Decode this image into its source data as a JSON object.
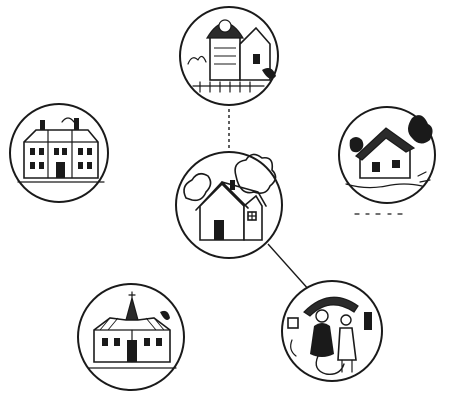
{
  "diagram": {
    "center_node": {
      "subject": "house-with-trees"
    },
    "outer_nodes": [
      {
        "subject": "town-house-with-tower"
      },
      {
        "subject": "school-building"
      },
      {
        "subject": "country-farmhouse"
      },
      {
        "subject": "church-building"
      },
      {
        "subject": "figures-at-market"
      }
    ],
    "connections": [
      {
        "from": "center",
        "to": "top",
        "style": "dashed"
      },
      {
        "from": "center",
        "to": "bottom-right",
        "style": "solid"
      }
    ],
    "colors": {
      "ink": "#1a1a1a",
      "background": "#ffffff"
    }
  }
}
